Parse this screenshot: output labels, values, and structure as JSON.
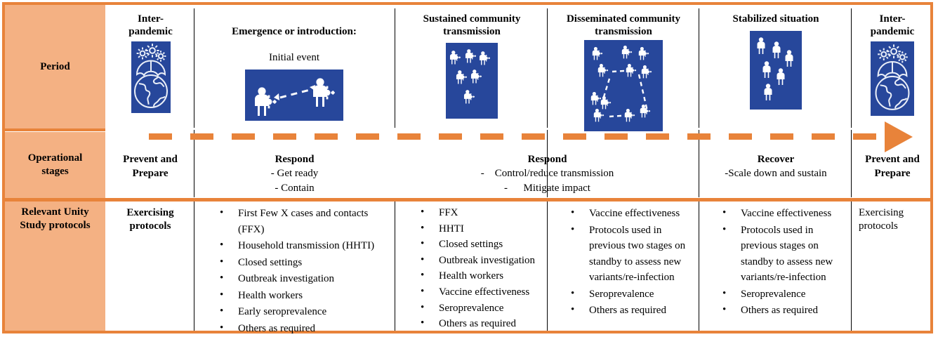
{
  "colors": {
    "orange_border": "#E8833A",
    "header_fill": "#F4B183",
    "icon_blue": "#27479B",
    "text": "#000000"
  },
  "row_headers": {
    "period": "Period",
    "operational_stages": "Operational\nstages",
    "protocols": "Relevant Unity\nStudy protocols"
  },
  "columns": [
    {
      "id": "inter-pandemic-start",
      "period_title": "Inter-\npandemic",
      "period_subtitle": "",
      "icon": "umbrella-globe-virus-icon"
    },
    {
      "id": "emergence",
      "period_title": "Emergence or introduction:",
      "period_subtitle": "Initial event",
      "icon": "two-people-transmission-arrow-icon"
    },
    {
      "id": "sustained",
      "period_title": "Sustained community\ntransmission",
      "period_subtitle": "",
      "icon": "six-infected-people-icon"
    },
    {
      "id": "disseminated",
      "period_title": "Disseminated community\ntransmission",
      "period_subtitle": "",
      "icon": "network-infected-people-icon"
    },
    {
      "id": "stabilized",
      "period_title": "Stabilized situation",
      "period_subtitle": "",
      "icon": "six-healthy-people-icon"
    },
    {
      "id": "inter-pandemic-end",
      "period_title": "Inter-\npandemic",
      "period_subtitle": "",
      "icon": "umbrella-globe-virus-icon"
    }
  ],
  "operational_stages": [
    {
      "id": "prevent-prepare-start",
      "title": "Prevent and\nPrepare",
      "lines": []
    },
    {
      "id": "respond-get-ready",
      "title": "Respond",
      "lines": [
        "- Get ready",
        "- Contain"
      ]
    },
    {
      "id": "respond-control",
      "title": "Respond",
      "lines": [
        "-    Control/reduce transmission",
        "-      Mitigate impact"
      ]
    },
    {
      "id": "recover",
      "title": "Recover",
      "lines": [
        "-Scale down and sustain"
      ]
    },
    {
      "id": "prevent-prepare-end",
      "title": "Prevent and\nPrepare",
      "lines": []
    }
  ],
  "protocols": [
    {
      "id": "inter-pandemic-start",
      "style": "plain-bold",
      "text": "Exercising\nprotocols",
      "items": []
    },
    {
      "id": "emergence",
      "style": "bullets",
      "text": "",
      "items": [
        "First Few X cases and contacts (FFX)",
        "Household transmission (HHTI)",
        "Closed settings",
        "Outbreak investigation",
        "Health workers",
        "Early seroprevalence",
        "Others as required"
      ]
    },
    {
      "id": "sustained",
      "style": "bullets",
      "text": "",
      "items": [
        "FFX",
        "HHTI",
        "Closed settings",
        "Outbreak investigation",
        "Health workers",
        "Vaccine effectiveness",
        "Seroprevalence",
        "Others as required"
      ]
    },
    {
      "id": "disseminated",
      "style": "bullets",
      "text": "",
      "items": [
        "Vaccine effectiveness",
        "Protocols used in previous two stages on standby to assess new variants/re-infection",
        "Seroprevalence",
        "Others as required"
      ]
    },
    {
      "id": "stabilized",
      "style": "bullets",
      "text": "",
      "items": [
        "Vaccine effectiveness",
        "Protocols used in previous stages on standby to assess new variants/re-infection",
        "Seroprevalence",
        "Others as required"
      ]
    },
    {
      "id": "inter-pandemic-end",
      "style": "plain-normal",
      "text": "Exercising\nprotocols",
      "items": []
    }
  ]
}
